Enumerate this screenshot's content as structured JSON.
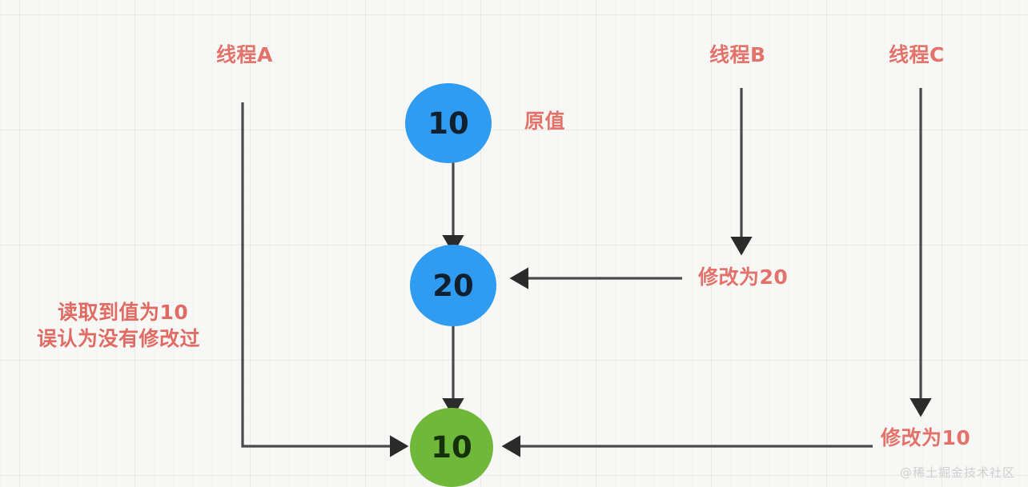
{
  "diagram": {
    "title": "ABA problem thread timeline diagram",
    "background_color": "#f7f7f5",
    "accent_red": "#e2726a",
    "node_blue": "#2f9cf2",
    "node_green": "#6fb839",
    "edge_color": "#4a4a4a"
  },
  "nodes": [
    {
      "id": "value-original",
      "value": "10",
      "color": "blue"
    },
    {
      "id": "value-modified",
      "value": "20",
      "color": "blue"
    },
    {
      "id": "value-restored",
      "value": "10",
      "color": "green"
    }
  ],
  "labels": {
    "thread_a": "线程A",
    "thread_b": "线程B",
    "thread_c": "线程C",
    "original_value": "原值",
    "modify_to_20": "修改为20",
    "modify_to_10": "修改为10",
    "thread_a_note_line1": "读取到值为10",
    "thread_a_note_line2": "误认为没有修改过"
  },
  "watermark": "@稀土掘金技术社区"
}
